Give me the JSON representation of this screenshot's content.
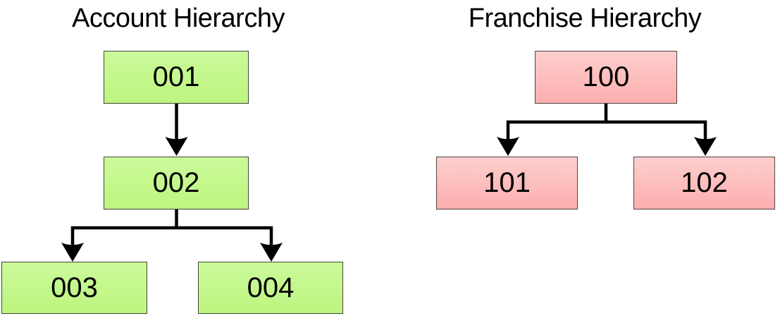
{
  "page": {
    "background": "#ffffff",
    "connector_color": "#000000",
    "text_color": "#000000"
  },
  "diagrams": [
    {
      "id": "account",
      "title": "Account Hierarchy",
      "style": {
        "fill_top": "#cbfa9a",
        "fill_bottom": "#bdf580",
        "border": "#454539"
      },
      "nodes": [
        {
          "label": "001"
        },
        {
          "label": "002"
        },
        {
          "label": "003"
        },
        {
          "label": "004"
        }
      ],
      "edges": [
        "001 -> 002",
        "002 -> 003",
        "002 -> 004"
      ]
    },
    {
      "id": "franchise",
      "title": "Franchise Hierarchy",
      "style": {
        "fill_top": "#fdcfce",
        "fill_bottom": "#fdaeae",
        "border": "#4e4345"
      },
      "nodes": [
        {
          "label": "100"
        },
        {
          "label": "101"
        },
        {
          "label": "102"
        }
      ],
      "edges": [
        "100 -> 101",
        "100 -> 102"
      ]
    }
  ]
}
